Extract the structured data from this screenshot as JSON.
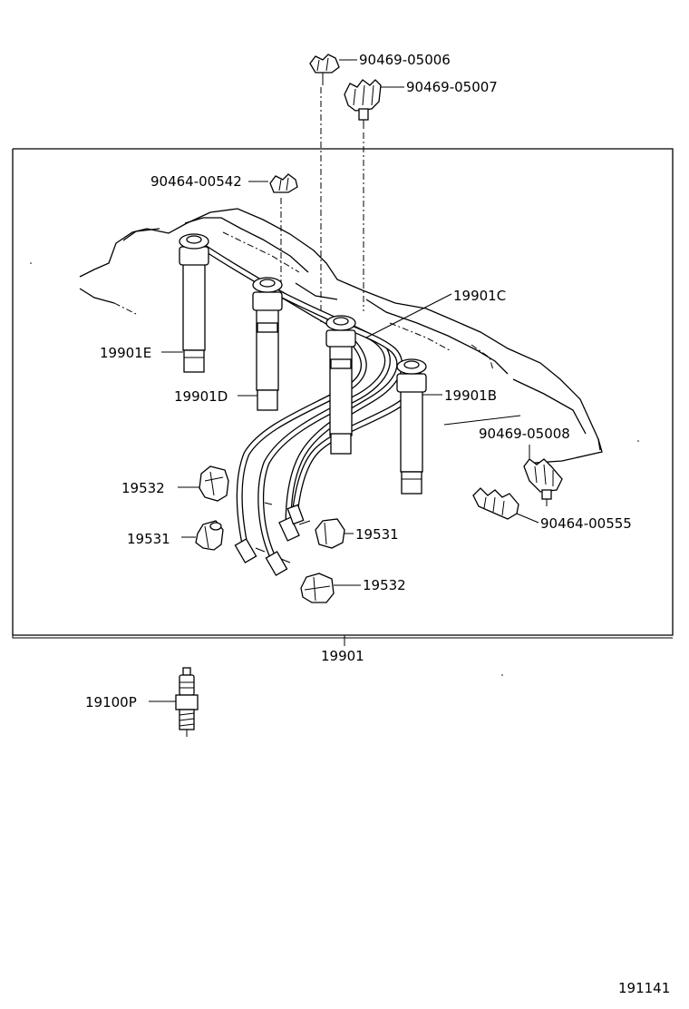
{
  "labels": {
    "clamp_90469_05006": "90469-05006",
    "clamp_90469_05007": "90469-05007",
    "clamp_90464_00542": "90464-00542",
    "cord_19901C": "19901C",
    "cord_19901E": "19901E",
    "cord_19901D": "19901D",
    "cord_19901B": "19901B",
    "clamp_90469_05008": "90469-05008",
    "clamp_90464_00555": "90464-00555",
    "boot_19532_left": "19532",
    "boot_19531_left": "19531",
    "boot_19531_right": "19531",
    "boot_19532_right": "19532",
    "assembly_19901": "19901",
    "plug_19100P": "19100P",
    "figure_number": "191141"
  }
}
